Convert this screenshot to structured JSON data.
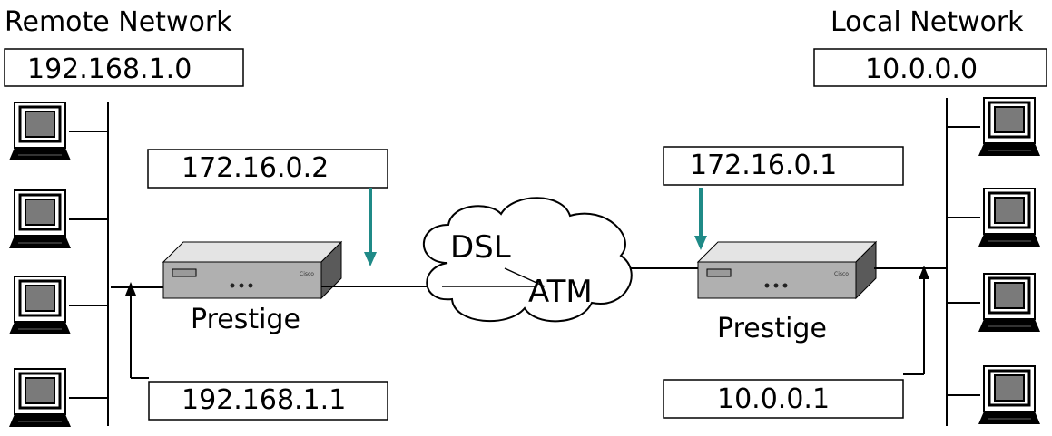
{
  "remote": {
    "title": "Remote Network",
    "network_address": "192.168.1.0",
    "wan_ip": "172.16.0.2",
    "lan_ip": "192.168.1.1",
    "router_label": "Prestige"
  },
  "local": {
    "title": "Local Network",
    "network_address": "10.0.0.0",
    "wan_ip": "172.16.0.1",
    "lan_ip": "10.0.0.1",
    "router_label": "Prestige"
  },
  "cloud": {
    "top_label": "DSL",
    "bottom_label": "ATM"
  },
  "colors": {
    "arrow": "#1f8a87",
    "line": "#000000"
  },
  "icons": {
    "computer": "computer-icon",
    "router": "router-icon",
    "cloud": "cloud-icon"
  }
}
